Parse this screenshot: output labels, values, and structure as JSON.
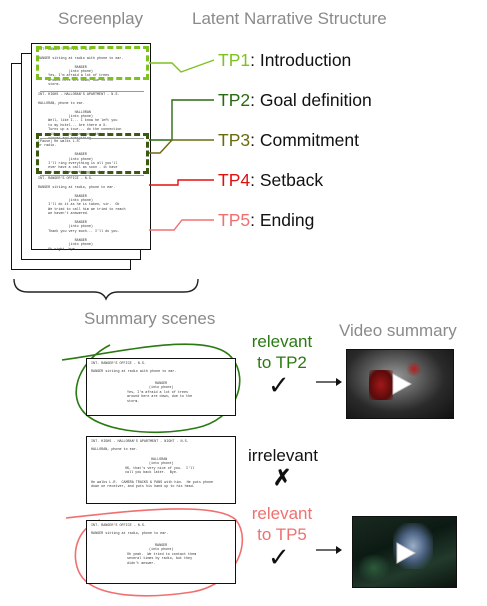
{
  "headers": {
    "screenplay": "Screenplay",
    "latent": "Latent Narrative Structure",
    "summary_scenes": "Summary scenes",
    "video_summary": "Video summary"
  },
  "turning_points": [
    {
      "id": "TP1",
      "label": ": Introduction",
      "color": "#7dc21e"
    },
    {
      "id": "TP2",
      "label": ": Goal definition",
      "color": "#2a6a12"
    },
    {
      "id": "TP3",
      "label": ": Commitment",
      "color": "#6b6b0e"
    },
    {
      "id": "TP4",
      "label": ": Setback",
      "color": "#e01010"
    },
    {
      "id": "TP5",
      "label": ": Ending",
      "color": "#f07070"
    }
  ],
  "scenes": [
    {
      "heading": "INT. RANGER'S OFFICE - N.S.",
      "action": "RANGER sitting at radio with phone to ear.",
      "character": "RANGER",
      "paren": "(into phone)",
      "dialogue": "Yes, I'm afraid a lot of trees\naround here are down, due to the\nstorm.",
      "relevance": "relevant\nto TP2",
      "relevance_color": "#2a7a12",
      "mark": "✓"
    },
    {
      "heading": "INT. HIGHS - HALLORAN'S APARTMENT - NIGHT - N.S.",
      "action": "HALLORAN, phone to ear.",
      "character": "HALLORAN",
      "paren": "(into phone)",
      "dialogue": "OK, that's very nice of you.  I'll\ncall you back later.  Bye.",
      "extra": "He walks L.R.  CAMERA TRACKS & PANS with him.  He puts phone\ndown on receiver, and puts his hand up to his head.",
      "relevance": "irrelevant",
      "relevance_color": "#111111",
      "mark": "✗"
    },
    {
      "heading": "INT. RANGER'S OFFICE - N.S.",
      "action": "RANGER sitting at radio, phone to ear.",
      "character": "RANGER",
      "paren": "(into phone)",
      "dialogue": "Oh yeah.  We tried to contact them\nseveral times by radio, but they\ndidn't answer.",
      "relevance": "relevant\nto TP5",
      "relevance_color": "#f07070",
      "mark": "✓"
    }
  ],
  "screenplay_text": {
    "p1": "INT. RANGER'S OFFICE - N.S.\n\nRANGER sitting at radio with phone to ear.\n\n                  RANGER\n               (into phone)\n     Yes, I'm afraid a lot of trees\n     around here are down, due to the\n     storm.",
    "p2": "INT. HIGHS - HALLORAN'S APARTMENT - N.S.\n\nHALLORAN, phone to ear.\n\n                  HALLORAN\n               (into phone)\n     Well, like I... I know he left you\n     to my hotel... Are there a X-\n     Turns up a tour... do the connection\n     with a young man, everything has\n     stored and everything.",
    "p3": "(Pause) He walks L.R.\nor radio.\n\n                  RANGER\n               (into phone)\n     I'll ring everything is all you'll\n     ever have a call as soon - it have\n     to see if everything is okay.",
    "p4": "INT. RANGER'S OFFICE - N.S.\n\nRANGER sitting at radio, phone to ear.\n\n                  RANGER\n               (into phone)\n     I'll do it as he is taken, sir.  Ok\n     We tried to call him we tried to reach\n     we haven't answered.\n\n                  RANGER\n               (into phone)\n     Thank you very much... I'll do you.\n\n                  RANGER\n               (into phone)\n     Ok right, bye."
  },
  "icons": {
    "play": "play-icon",
    "arrow": "arrow-right-icon"
  }
}
